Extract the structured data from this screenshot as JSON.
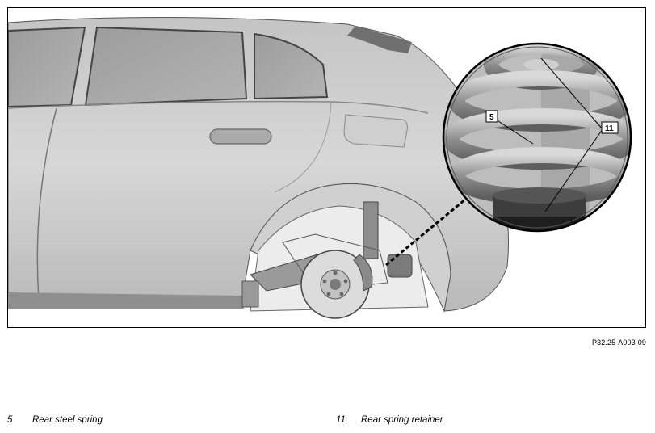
{
  "figure": {
    "id_label": "P32.25-A003-09",
    "callouts": [
      {
        "number": "5"
      },
      {
        "number": "11"
      }
    ]
  },
  "legend": [
    {
      "number": "5",
      "text": "Rear steel spring"
    },
    {
      "number": "11",
      "text": "Rear spring retainer"
    }
  ]
}
